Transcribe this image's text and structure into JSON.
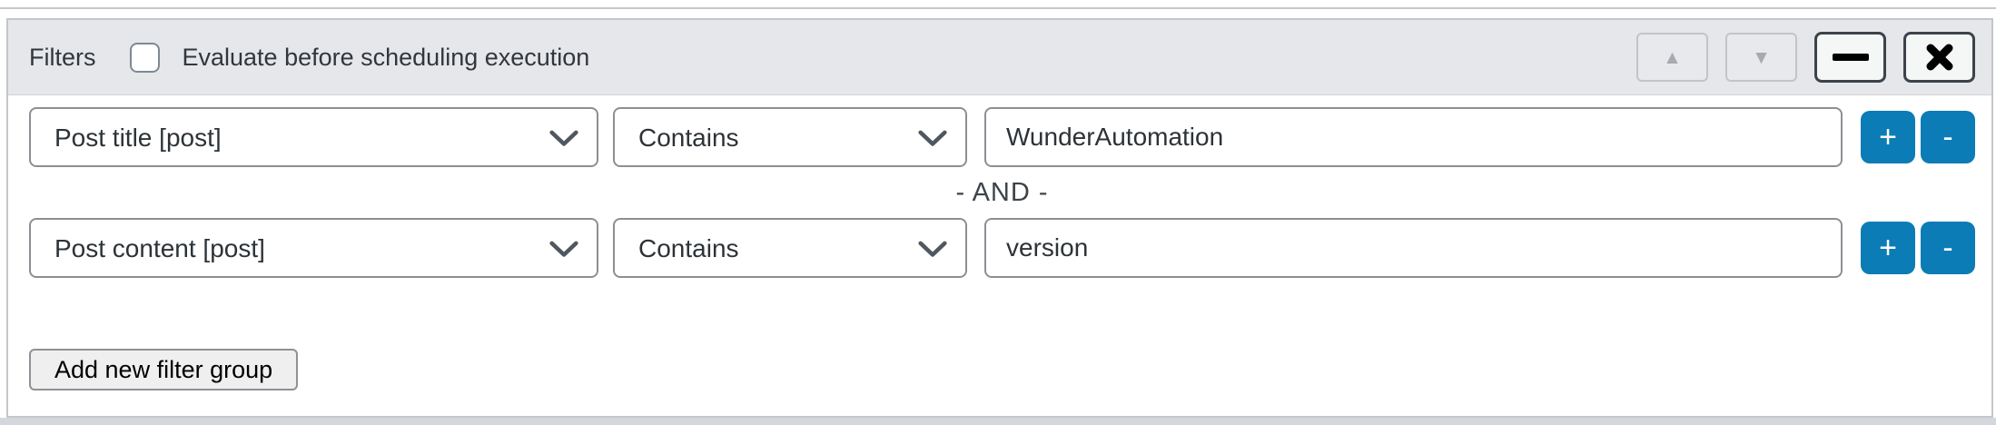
{
  "filters_panel": {
    "title": "Filters",
    "evaluate_checkbox": {
      "label": "Evaluate before scheduling execution",
      "checked": false
    },
    "header_buttons": {
      "move_up_icon": "▲",
      "move_down_icon": "▼",
      "collapse_icon": "−",
      "close_icon": "✕"
    },
    "rows": [
      {
        "field": "Post title [post]",
        "operator": "Contains",
        "value": "WunderAutomation"
      },
      {
        "field": "Post content [post]",
        "operator": "Contains",
        "value": "version"
      }
    ],
    "row_buttons": {
      "add": "+",
      "remove": "-"
    },
    "joiner": "- AND -",
    "add_group_button": "Add new filter group",
    "colors": {
      "accent_blue": "#0b7cb5",
      "header_bg": "#e6e7ea",
      "control_border": "#8c8f94",
      "panel_border": "#c5c6ca",
      "text": "#2c3338"
    }
  }
}
